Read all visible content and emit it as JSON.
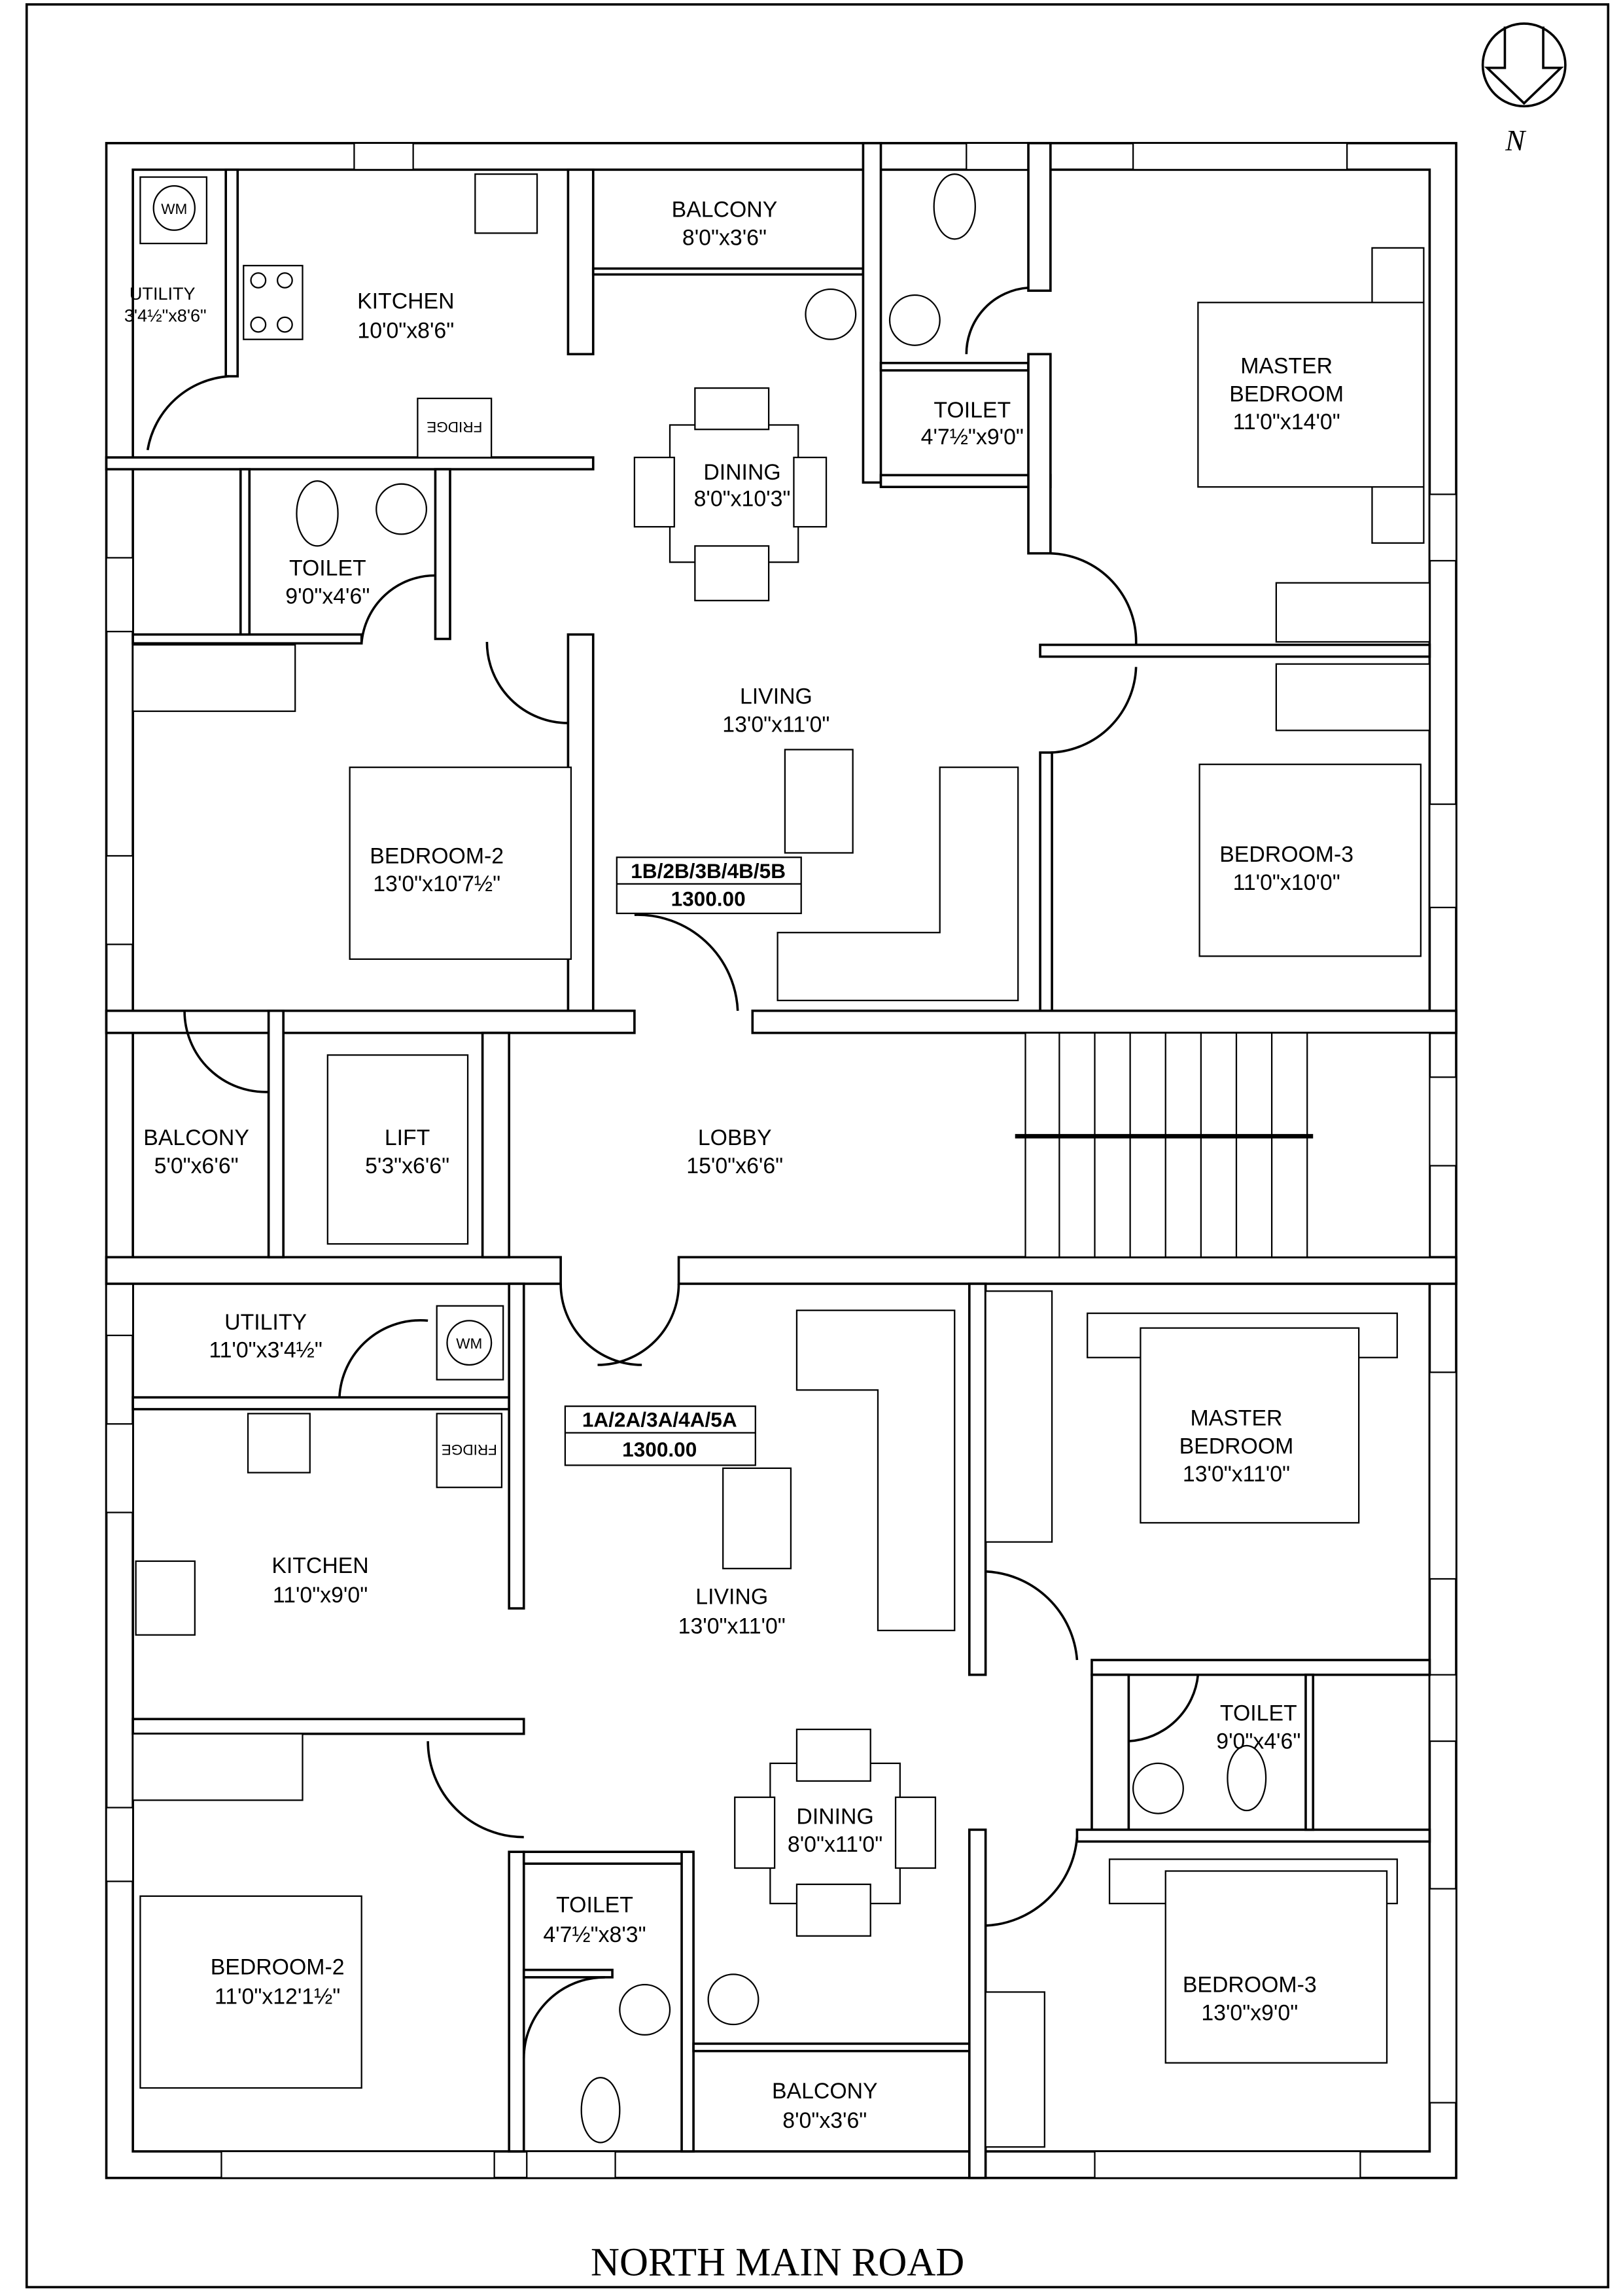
{
  "north_indicator": {
    "label": "N"
  },
  "road_label": "NORTH MAIN ROAD",
  "upper_unit": {
    "badge": {
      "units": "1B/2B/3B/4B/5B",
      "area": "1300.00"
    },
    "rooms": {
      "utility": {
        "name": "UTILITY",
        "size": "3'4½\"x8'6\""
      },
      "kitchen": {
        "name": "KITCHEN",
        "size": "10'0\"x8'6\""
      },
      "balcony": {
        "name": "BALCONY",
        "size": "8'0\"x3'6\""
      },
      "dining": {
        "name": "DINING",
        "size": "8'0\"x10'3\""
      },
      "toilet_master": {
        "name": "TOILET",
        "size": "4'7½\"x9'0\""
      },
      "master_bedroom": {
        "name_line1": "MASTER",
        "name_line2": "BEDROOM",
        "size": "11'0\"x14'0\""
      },
      "toilet_common": {
        "name": "TOILET",
        "size": "9'0\"x4'6\""
      },
      "living": {
        "name": "LIVING",
        "size": "13'0\"x11'0\""
      },
      "bedroom_2": {
        "name": "BEDROOM-2",
        "size": "13'0\"x10'7½\""
      },
      "bedroom_3": {
        "name": "BEDROOM-3",
        "size": "11'0\"x10'0\""
      }
    },
    "fixtures": {
      "washing_machine": "WM",
      "fridge": "FRIDGE"
    }
  },
  "core": {
    "balcony": {
      "name": "BALCONY",
      "size": "5'0\"x6'6\""
    },
    "lift": {
      "name": "LIFT",
      "size": "5'3\"x6'6\""
    },
    "lobby": {
      "name": "LOBBY",
      "size": "15'0\"x6'6\""
    }
  },
  "lower_unit": {
    "badge": {
      "units": "1A/2A/3A/4A/5A",
      "area": "1300.00"
    },
    "rooms": {
      "utility": {
        "name": "UTILITY",
        "size": "11'0\"x3'4½\""
      },
      "kitchen": {
        "name": "KITCHEN",
        "size": "11'0\"x9'0\""
      },
      "living": {
        "name": "LIVING",
        "size": "13'0\"x11'0\""
      },
      "master_bedroom": {
        "name_line1": "MASTER",
        "name_line2": "BEDROOM",
        "size": "13'0\"x11'0\""
      },
      "toilet_master": {
        "name": "TOILET",
        "size": "9'0\"x4'6\""
      },
      "dining": {
        "name": "DINING",
        "size": "8'0\"x11'0\""
      },
      "toilet_common": {
        "name": "TOILET",
        "size": "4'7½\"x8'3\""
      },
      "bedroom_2": {
        "name": "BEDROOM-2",
        "size": "11'0\"x12'1½\""
      },
      "bedroom_3": {
        "name": "BEDROOM-3",
        "size": "13'0\"x9'0\""
      },
      "balcony": {
        "name": "BALCONY",
        "size": "8'0\"x3'6\""
      }
    },
    "fixtures": {
      "washing_machine": "WM",
      "fridge": "FRIDGE"
    }
  }
}
